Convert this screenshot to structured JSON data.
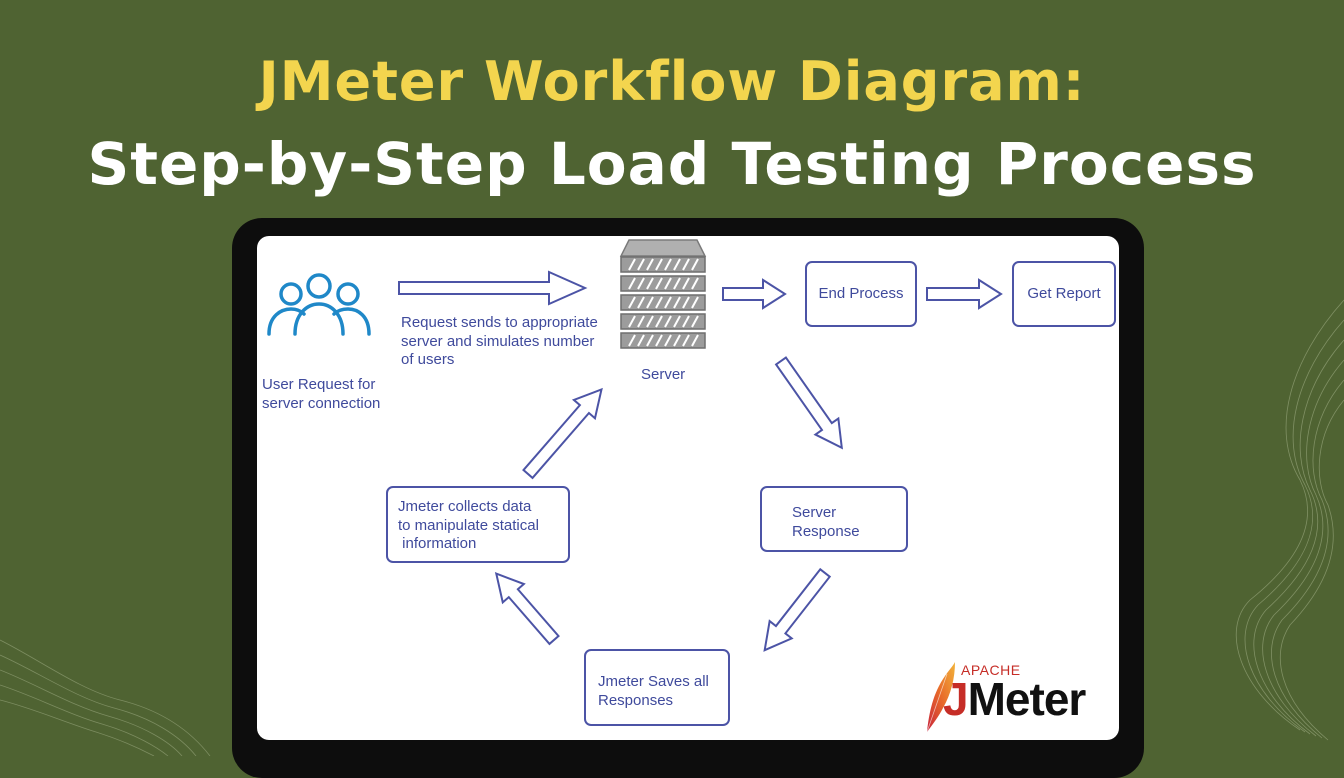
{
  "title": {
    "line1": "JMeter Workflow Diagram:",
    "line2": "Step-by-Step Load Testing Process",
    "line1_color": "#f3d54e"
  },
  "diagram": {
    "user_icon": "users-group-icon",
    "server_icon": "server-rack-icon",
    "user_label": "User Request for\nserver connection",
    "request_label": "Request sends to appropriate\nserver and simulates number\nof users",
    "server_label": "Server",
    "end_process": "End Process",
    "get_report": "Get Report",
    "server_response": "Server\nResponse",
    "saves_responses": "Jmeter Saves all\nResponses",
    "collects_data": "Jmeter collects data\nto manipulate statical\n information",
    "accent_color": "#3f4a9c"
  },
  "logo": {
    "small": "APACHE",
    "big": "JMeter",
    "icon": "feather-icon"
  }
}
